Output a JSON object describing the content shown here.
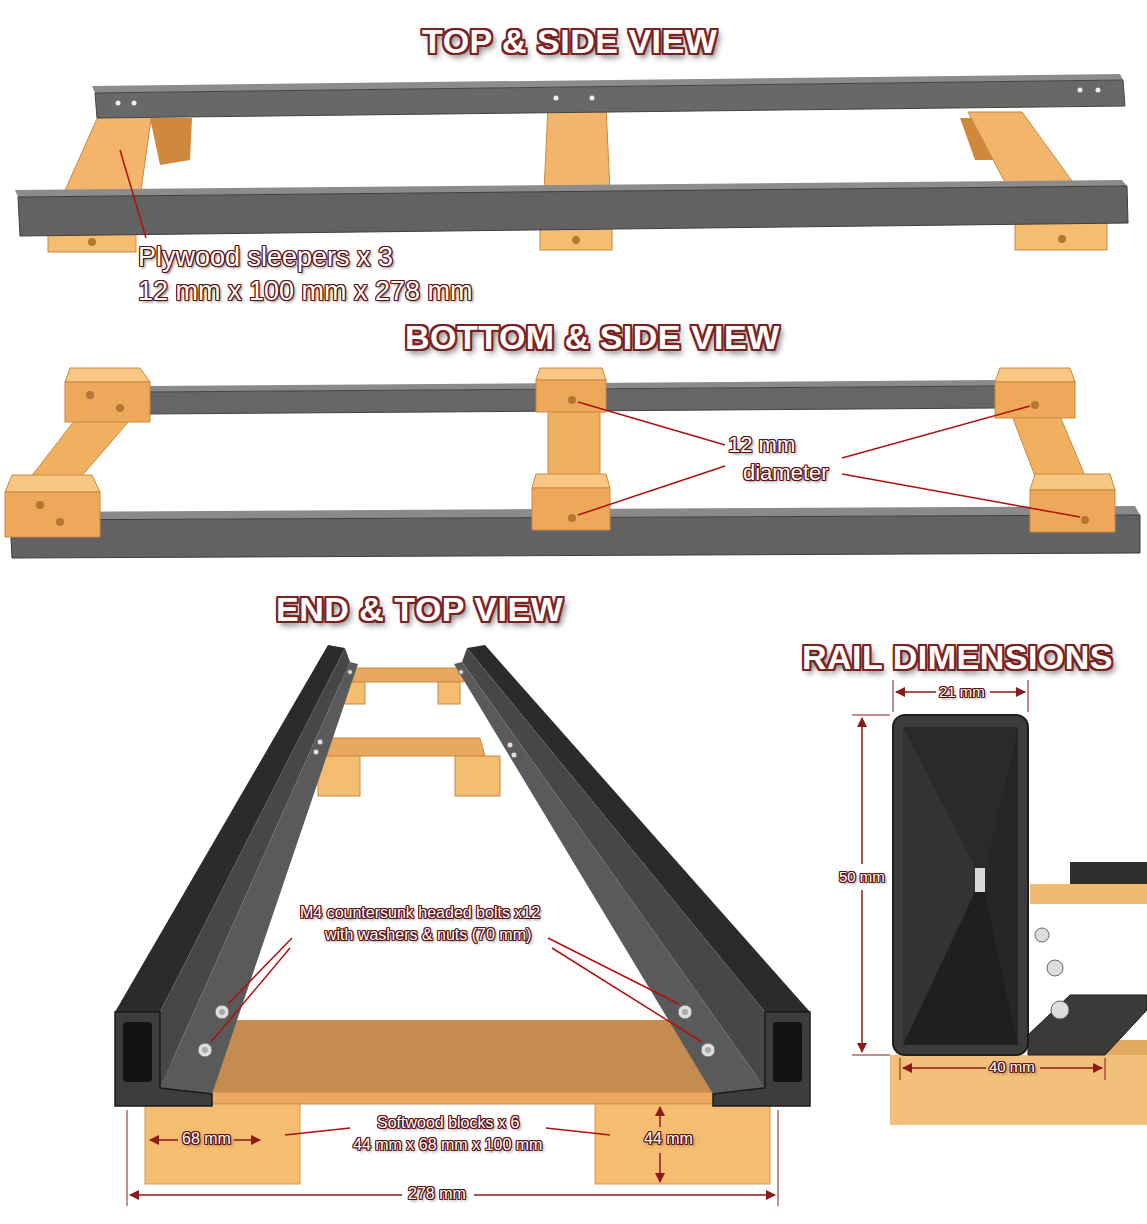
{
  "diagram": {
    "labels": [
      "TOP & SIDE VIEW",
      "Plywood sleepers x 3",
      "12 mm x 100 mm x 278 mm",
      "BOTTOM & SIDE VIEW",
      "12 mm",
      "diameter",
      "END & TOP VIEW",
      "M4 countersunk headed bolts x12",
      "with washers & nuts (70 mm)",
      "Softwood blocks x 6",
      "44 mm x 68 mm x 100 mm",
      "68 mm",
      "44 mm",
      "278 mm",
      "RAIL DIMENSIONS",
      "21 mm",
      "50 mm",
      "40 mm"
    ]
  }
}
